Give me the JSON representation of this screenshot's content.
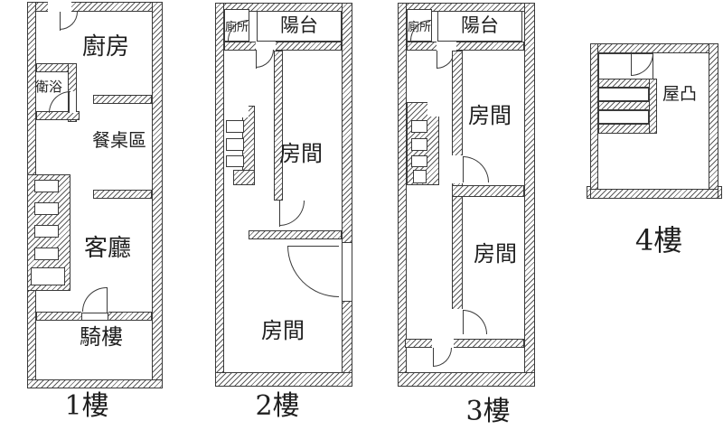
{
  "drawing": {
    "type": "residential floor plan, 4 storeys",
    "colors": {
      "line": "#3a3a3a",
      "background": "#ffffff"
    }
  },
  "floors": [
    {
      "label": "1樓",
      "rooms": {
        "kitchen": "廚房",
        "bathroom": "衛浴",
        "dining": "餐桌區",
        "living": "客廳",
        "arcade": "騎樓"
      }
    },
    {
      "label": "2樓",
      "rooms": {
        "toilet": "廁所",
        "balcony": "陽台",
        "room_upper": "房間",
        "room_lower": "房間"
      }
    },
    {
      "label": "3樓",
      "rooms": {
        "toilet": "廁所",
        "balcony": "陽台",
        "room_upper": "房間",
        "room_lower": "房間"
      }
    },
    {
      "label": "4樓",
      "rooms": {
        "penthouse": "屋凸"
      }
    }
  ]
}
